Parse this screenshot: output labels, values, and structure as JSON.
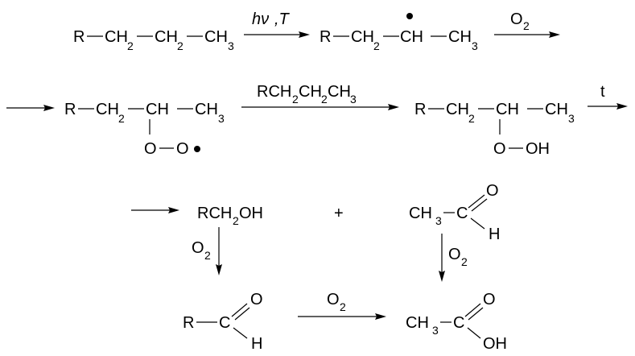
{
  "r1": {
    "reactant": {
      "r": "R",
      "ch2a": "CH",
      "ch2a_sub": "2",
      "ch2b": "CH",
      "ch2b_sub": "2",
      "ch3": "CH",
      "ch3_sub": "3"
    },
    "cond_hv": "hν",
    "cond_t": ",T",
    "radical": {
      "r": "R",
      "ch2": "CH",
      "ch2_sub": "2",
      "ch": "CH",
      "ch3": "CH",
      "ch3_sub": "3"
    },
    "reagent_o2": "O",
    "reagent_o2_sub": "2"
  },
  "r2": {
    "peroxy": {
      "r": "R",
      "ch2": "CH",
      "ch2_sub": "2",
      "ch": "CH",
      "ch3": "CH",
      "ch3_sub": "3",
      "o1": "O",
      "o2": "O"
    },
    "reagent": {
      "a": "RCH",
      "a_sub": "2",
      "b": "CH",
      "b_sub": "2",
      "c": "CH",
      "c_sub": "3"
    },
    "hydroperoxide": {
      "r": "R",
      "ch2": "CH",
      "ch2_sub": "2",
      "ch": "CH",
      "ch3": "CH",
      "ch3_sub": "3",
      "o": "O",
      "oh": "OH"
    },
    "cond_t": "t"
  },
  "r3": {
    "alcohol": {
      "a": "RCH",
      "a_sub": "2",
      "b": "OH"
    },
    "plus": "+",
    "acetaldehyde": {
      "ch3": "CH",
      "ch3_sub": "3",
      "c": "C",
      "o": "O",
      "h": "H"
    },
    "o2_left": "O",
    "o2_left_sub": "2",
    "o2_right": "O",
    "o2_right_sub": "2"
  },
  "r4": {
    "aldehyde": {
      "r": "R",
      "c": "C",
      "o": "O",
      "h": "H"
    },
    "o2": "O",
    "o2_sub": "2",
    "acetic_acid": {
      "ch3": "CH",
      "ch3_sub": "3",
      "c": "C",
      "o": "O",
      "oh": "OH"
    }
  }
}
